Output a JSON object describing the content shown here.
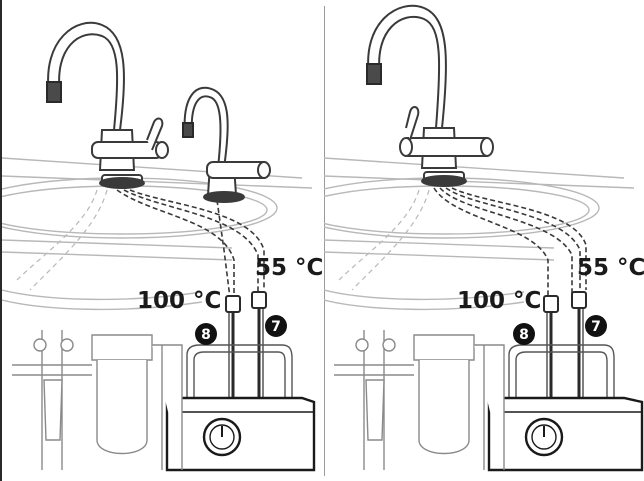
{
  "temperatures": {
    "boiling": "100 °C",
    "warm": "55 °C"
  },
  "callouts": {
    "hot_hose": "8",
    "warm_hose": "7"
  },
  "colors": {
    "line": "#555555",
    "dark": "#1a1a1a",
    "light_line": "#b8b8b8",
    "badge": "#111111"
  }
}
